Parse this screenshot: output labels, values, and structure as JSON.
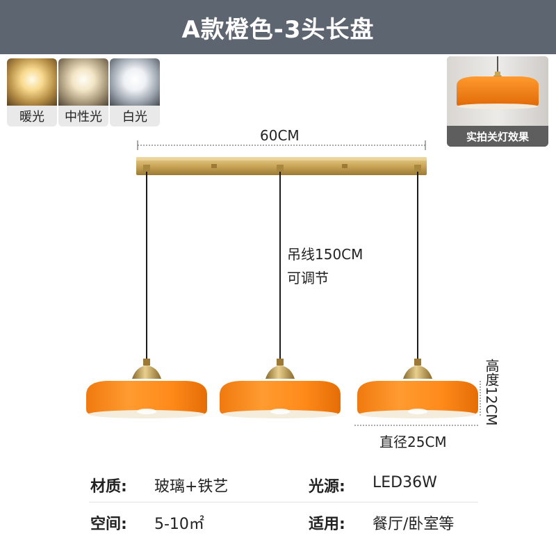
{
  "header": {
    "title": "A款橙色-3头长盘"
  },
  "light_options": [
    {
      "label": "暖光",
      "glow_color": "#f3cf7a",
      "icon": "warm-light-swatch"
    },
    {
      "label": "中性光",
      "glow_color": "#efe0bd",
      "icon": "neutral-light-swatch"
    },
    {
      "label": "白光",
      "glow_color": "#f2f4f6",
      "icon": "white-light-swatch"
    }
  ],
  "photo_card": {
    "caption": "实拍关灯效果"
  },
  "dimensions": {
    "width": "60CM",
    "cable_length": "吊线150CM",
    "cable_adjustable": "可调节",
    "height": "高度12CM",
    "diameter": "直径25CM"
  },
  "specs": {
    "material_label": "材质:",
    "material_value": "玻璃+铁艺",
    "light_source_label": "光源:",
    "light_source_value": "LED36W",
    "space_label": "空间:",
    "space_value": "5-10㎡",
    "usage_label": "适用:",
    "usage_value": "餐厅/卧室等"
  },
  "colors": {
    "header_bg": "#5d6571",
    "shade_orange": "#ff8a1a",
    "brass": "#c9a557"
  }
}
